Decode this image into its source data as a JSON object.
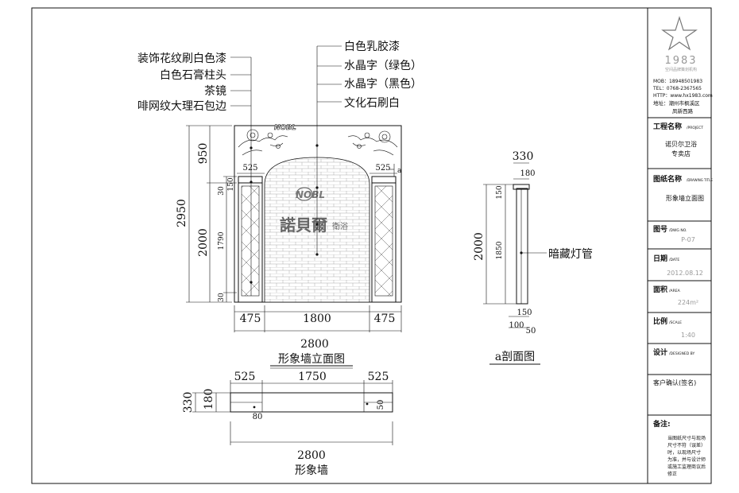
{
  "callouts_left": [
    "装饰花纹刷白色漆",
    "白色石膏柱头",
    "茶镜",
    "啡网纹大理石包边"
  ],
  "callouts_right": [
    "白色乳胶漆",
    "水晶字（绿色）",
    "水晶字（黑色）",
    "文化石刷白"
  ],
  "elevation": {
    "title": "形象墙立面图",
    "dim_bottom": [
      "475",
      "1800",
      "475"
    ],
    "dim_total": "2800",
    "dim_left_outer": [
      "950",
      "2000"
    ],
    "dim_total_height": "2950",
    "dim_left_inner": [
      "150",
      "30",
      "1790",
      "30"
    ],
    "dim_top": [
      "525",
      "525"
    ],
    "section_mark": "a",
    "logo_text": "NOBL",
    "brand_text": "諾貝爾",
    "brand_sub": "衛浴"
  },
  "section": {
    "title": "a剖面图",
    "dim_top": [
      "330",
      "180"
    ],
    "dim_left": [
      "150",
      "2000",
      "1850"
    ],
    "dim_bottom": [
      "150",
      "100",
      "50"
    ],
    "callout": "暗藏灯管"
  },
  "plan": {
    "title": "形象墙",
    "dim_top": [
      "525",
      "1750",
      "525"
    ],
    "dim_total": "2800",
    "dim_left": [
      "330",
      "180"
    ],
    "dim_inner": [
      "80",
      "50"
    ]
  },
  "title_block": {
    "logo_number": "1983",
    "logo_sub": "空间品牌策划机构",
    "contact": [
      "MOB：18948501983",
      "TEL：0768-2367565",
      "HTTP：www.hx1983.com",
      "地址：潮州市枫溪区",
      "凤新西路"
    ],
    "rows": [
      {
        "label": "工程名称",
        "en": "/PROJECT",
        "value": "诺贝尔卫浴\n专卖店"
      },
      {
        "label": "图纸名称",
        "en": "/DRAWING TITLE",
        "value": "形象墙立面图"
      },
      {
        "label": "图号",
        "en": "/DWG NO.",
        "value": "P-07"
      },
      {
        "label": "日期",
        "en": "/DATE",
        "value": "2012.08.12"
      },
      {
        "label": "面积",
        "en": "/AREA",
        "value": "224m²"
      },
      {
        "label": "比例",
        "en": "/SCALE",
        "value": "1:40"
      },
      {
        "label": "设计",
        "en": "/DESIGNED BY",
        "value": ""
      },
      {
        "label": "客户确认(签名)",
        "en": "",
        "value": ""
      }
    ],
    "notes_label": "备注:",
    "notes": [
      "当图纸尺寸与现场",
      "尺寸不符（误差）",
      "时，以现场尺寸",
      "为准，并与设计师",
      "或施工监理商议后",
      "修正"
    ]
  },
  "colors": {
    "line": "#111111",
    "muted": "#999999",
    "paper": "#ffffff"
  }
}
